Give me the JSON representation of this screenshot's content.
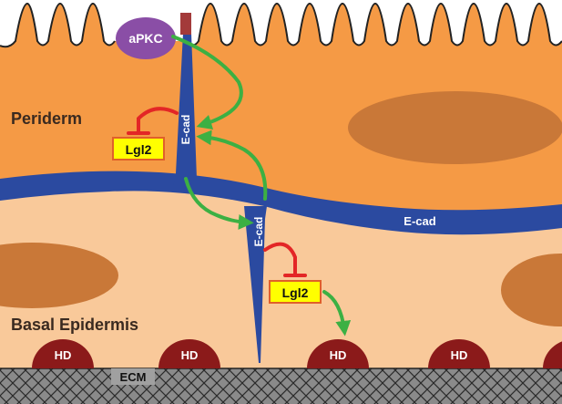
{
  "colors": {
    "periderm": "#f59a45",
    "periderm_nucleus": "#c97838",
    "basal": "#f9c99a",
    "basal_nucleus": "#c97838",
    "ecad": "#2b4aa0",
    "apkc": "#8a4ea6",
    "junction": "#a33a3a",
    "hd": "#8b1a1a",
    "lgl2_fill": "#ffff00",
    "lgl2_border": "#e0602a",
    "activate_arrow": "#3cb043",
    "inhibit_arrow": "#e32626",
    "ecm": "#8a8a8a"
  },
  "labels": {
    "periderm": "Periderm",
    "basal_epidermis": "Basal Epidermis",
    "apkc": "aPKC",
    "ecad_upper": "E-cad",
    "ecad_lower": "E-cad",
    "ecad_boundary": "E-cad",
    "lgl2_upper": "Lgl2",
    "lgl2_lower": "Lgl2",
    "ecm": "ECM",
    "hd": [
      "HD",
      "HD",
      "HD",
      "HD"
    ]
  }
}
